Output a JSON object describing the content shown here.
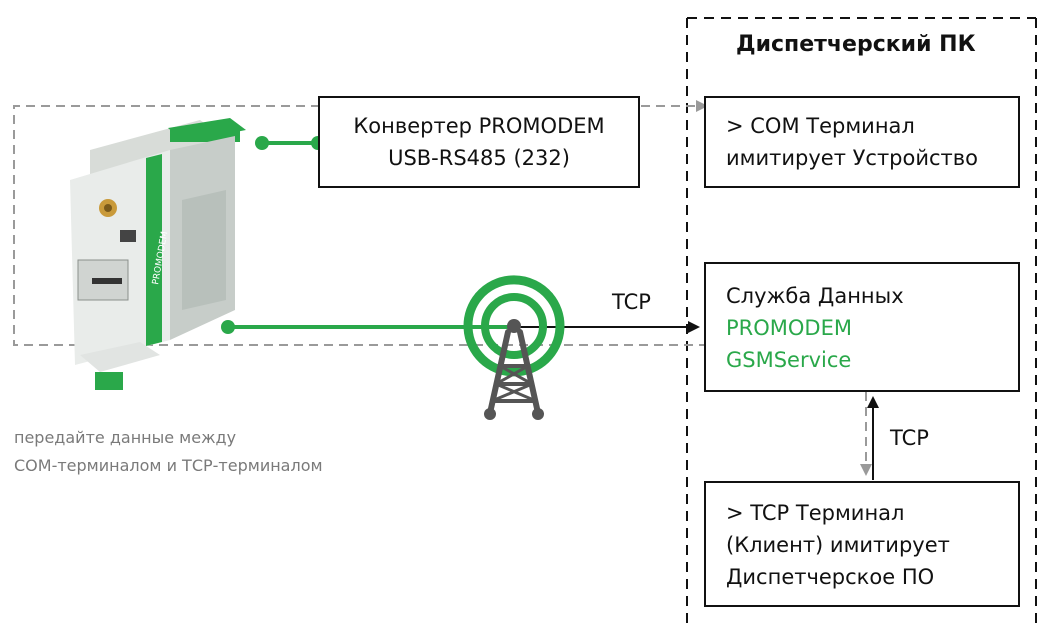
{
  "colors": {
    "green": "#2aa84a",
    "black": "#111111",
    "gray_dashed": "#9a9a9a",
    "caption_gray": "#7a7a7a"
  },
  "pc_area": {
    "title": "Диспетчерский ПК"
  },
  "boxes": {
    "converter": [
      "Конвертер PROMODEM",
      "USB-RS485 (232)"
    ],
    "com_terminal": [
      "> COM Терминал",
      "имитирует Устройство"
    ],
    "data_service": {
      "title": "Служба Данных",
      "brand_lines": [
        "PROMODEM",
        "GSMService"
      ]
    },
    "tcp_terminal": [
      "> TCP Терминал",
      "(Клиент) имитирует",
      "Диспетчерское ПО"
    ]
  },
  "links": {
    "tcp_horizontal": "TCP",
    "tcp_vertical": "TCP"
  },
  "caption": [
    "передайте данные между",
    "СОМ-терминалом и ТСР-терминалом"
  ],
  "device": {
    "brand_text": "PROMODEM",
    "icon": "din-rail-modem-icon"
  },
  "icons": {
    "tower": "radio-tower-icon"
  }
}
